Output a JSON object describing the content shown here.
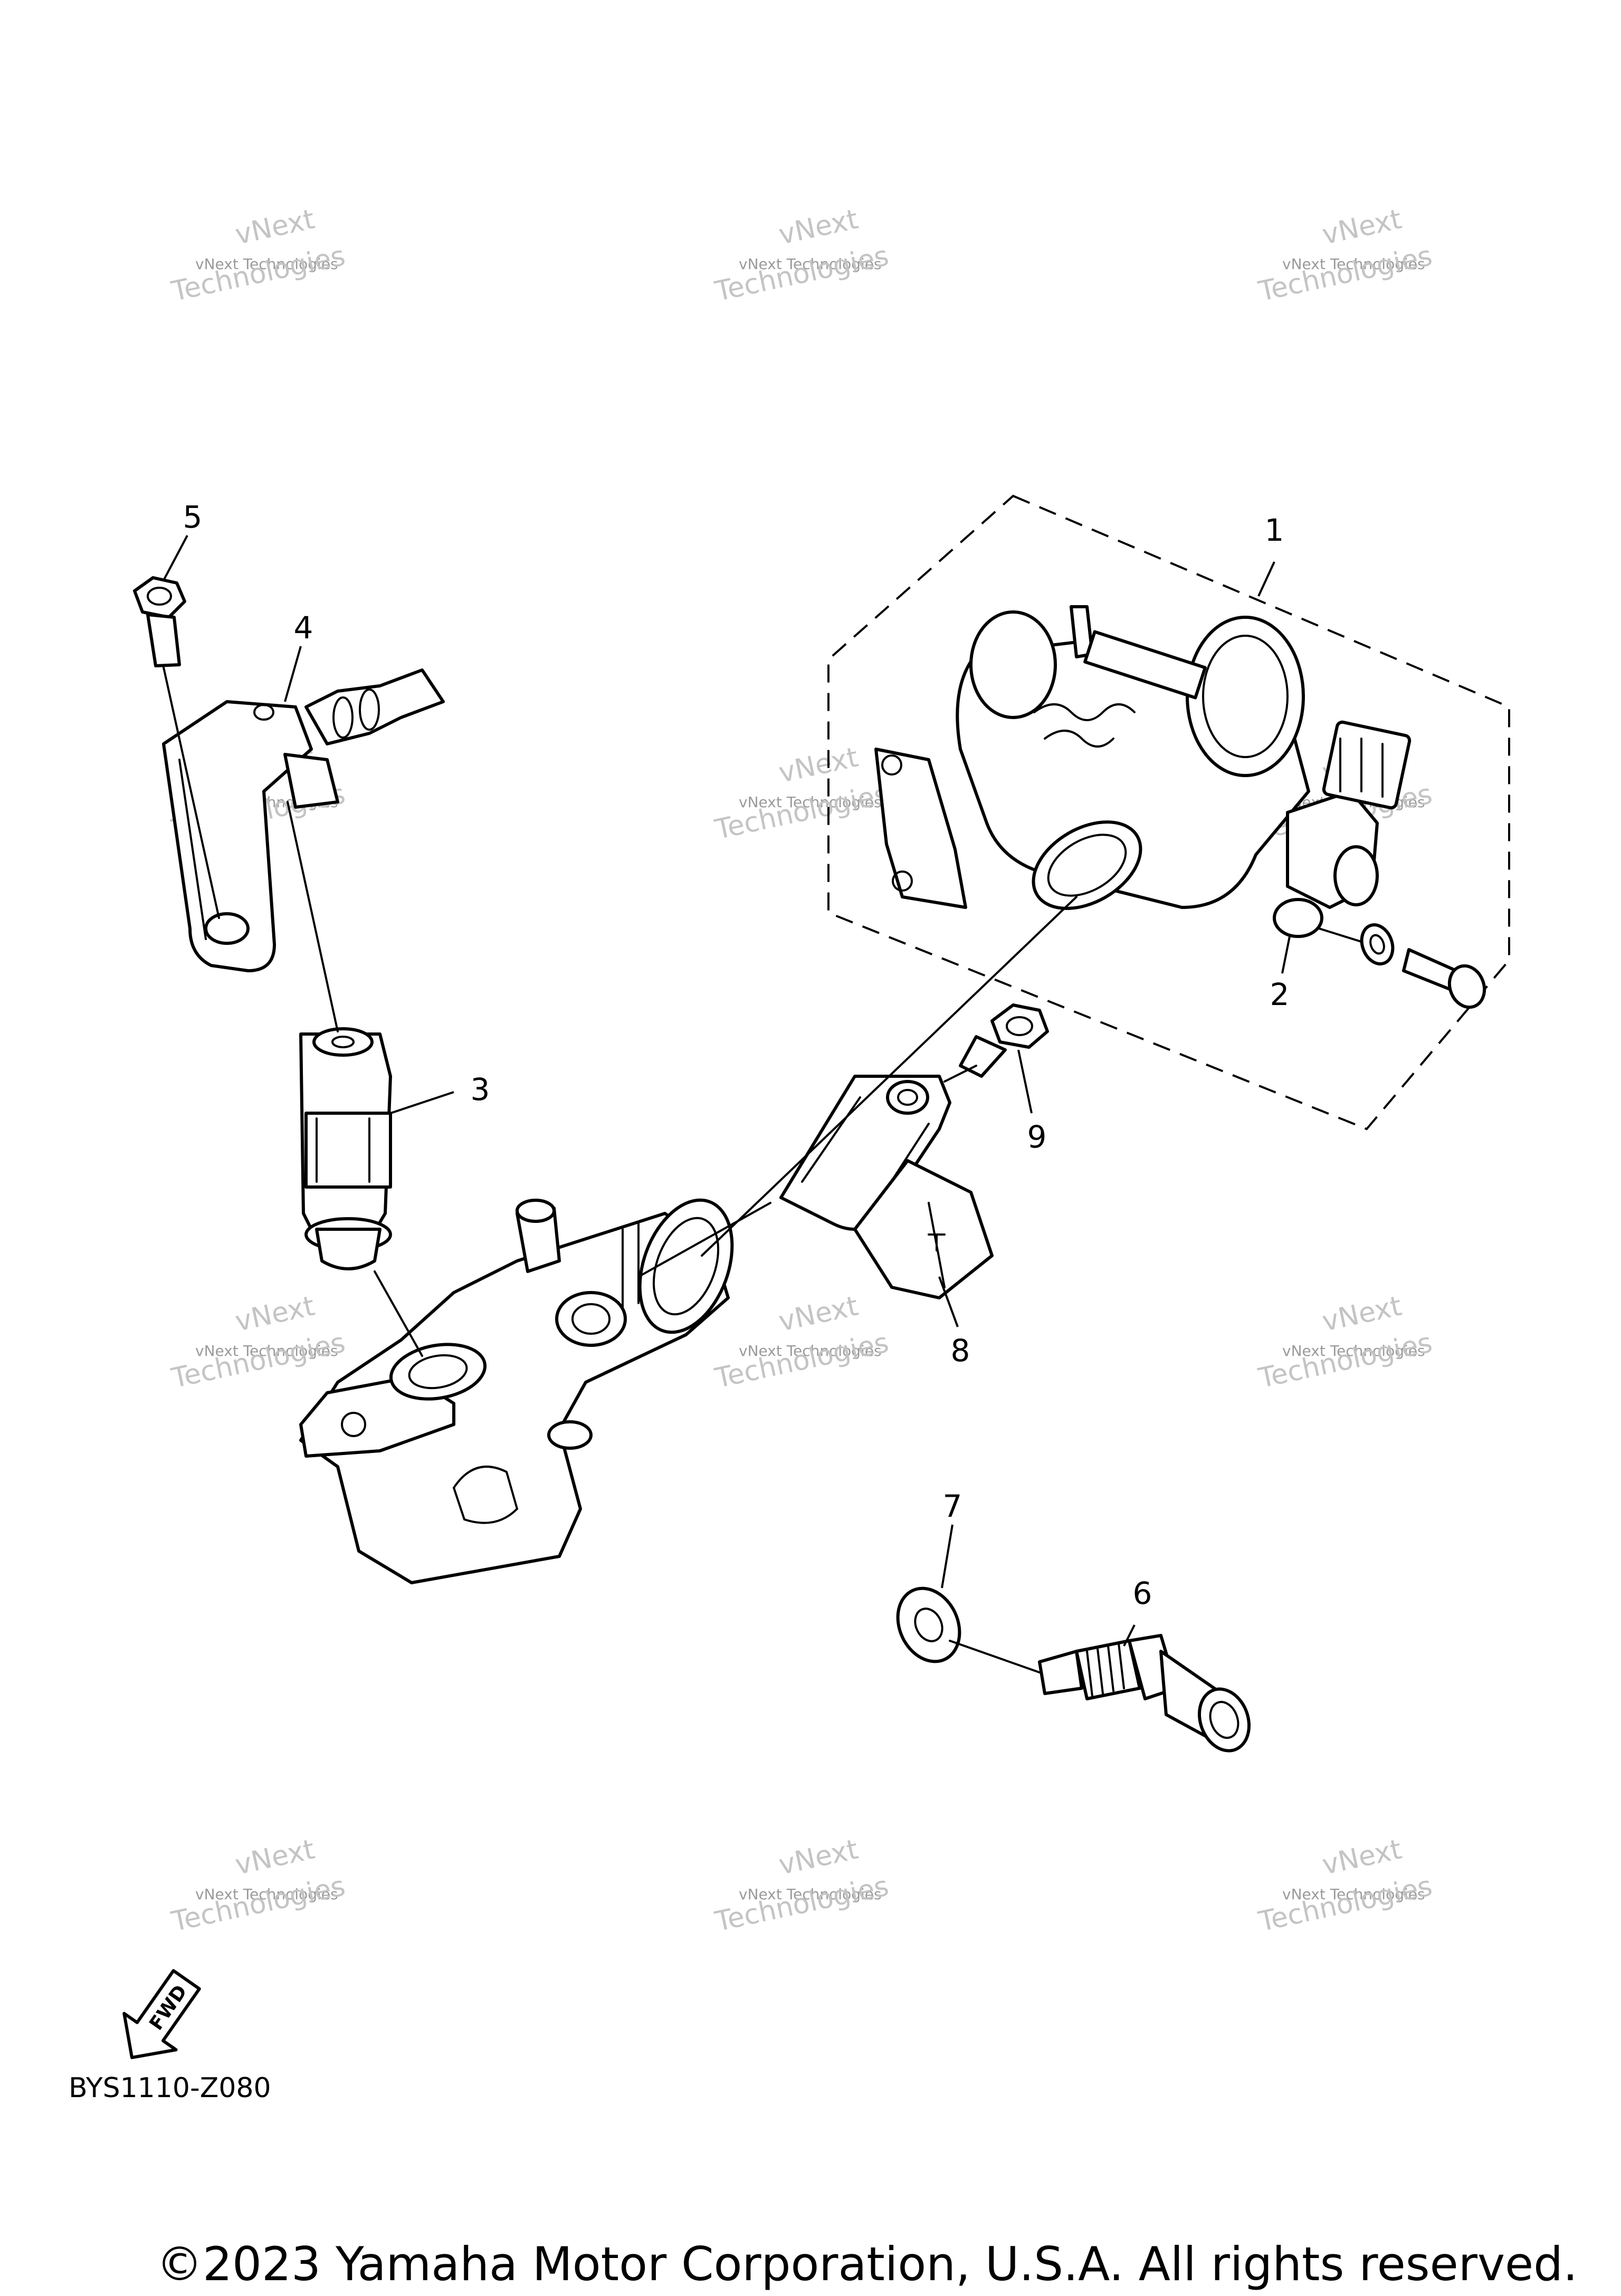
{
  "diagram": {
    "callouts": [
      "1",
      "2",
      "3",
      "4",
      "5",
      "6",
      "7",
      "8",
      "9"
    ],
    "watermark_line1": "vNext Technologies",
    "watermark_line2": "Technologies",
    "watermark_line3": "vNext",
    "fwd_label": "FWD",
    "drawing_code": "BYS1110-Z080",
    "copyright": "©2023 Yamaha Motor Corporation, U.S.A. All rights reserved."
  }
}
